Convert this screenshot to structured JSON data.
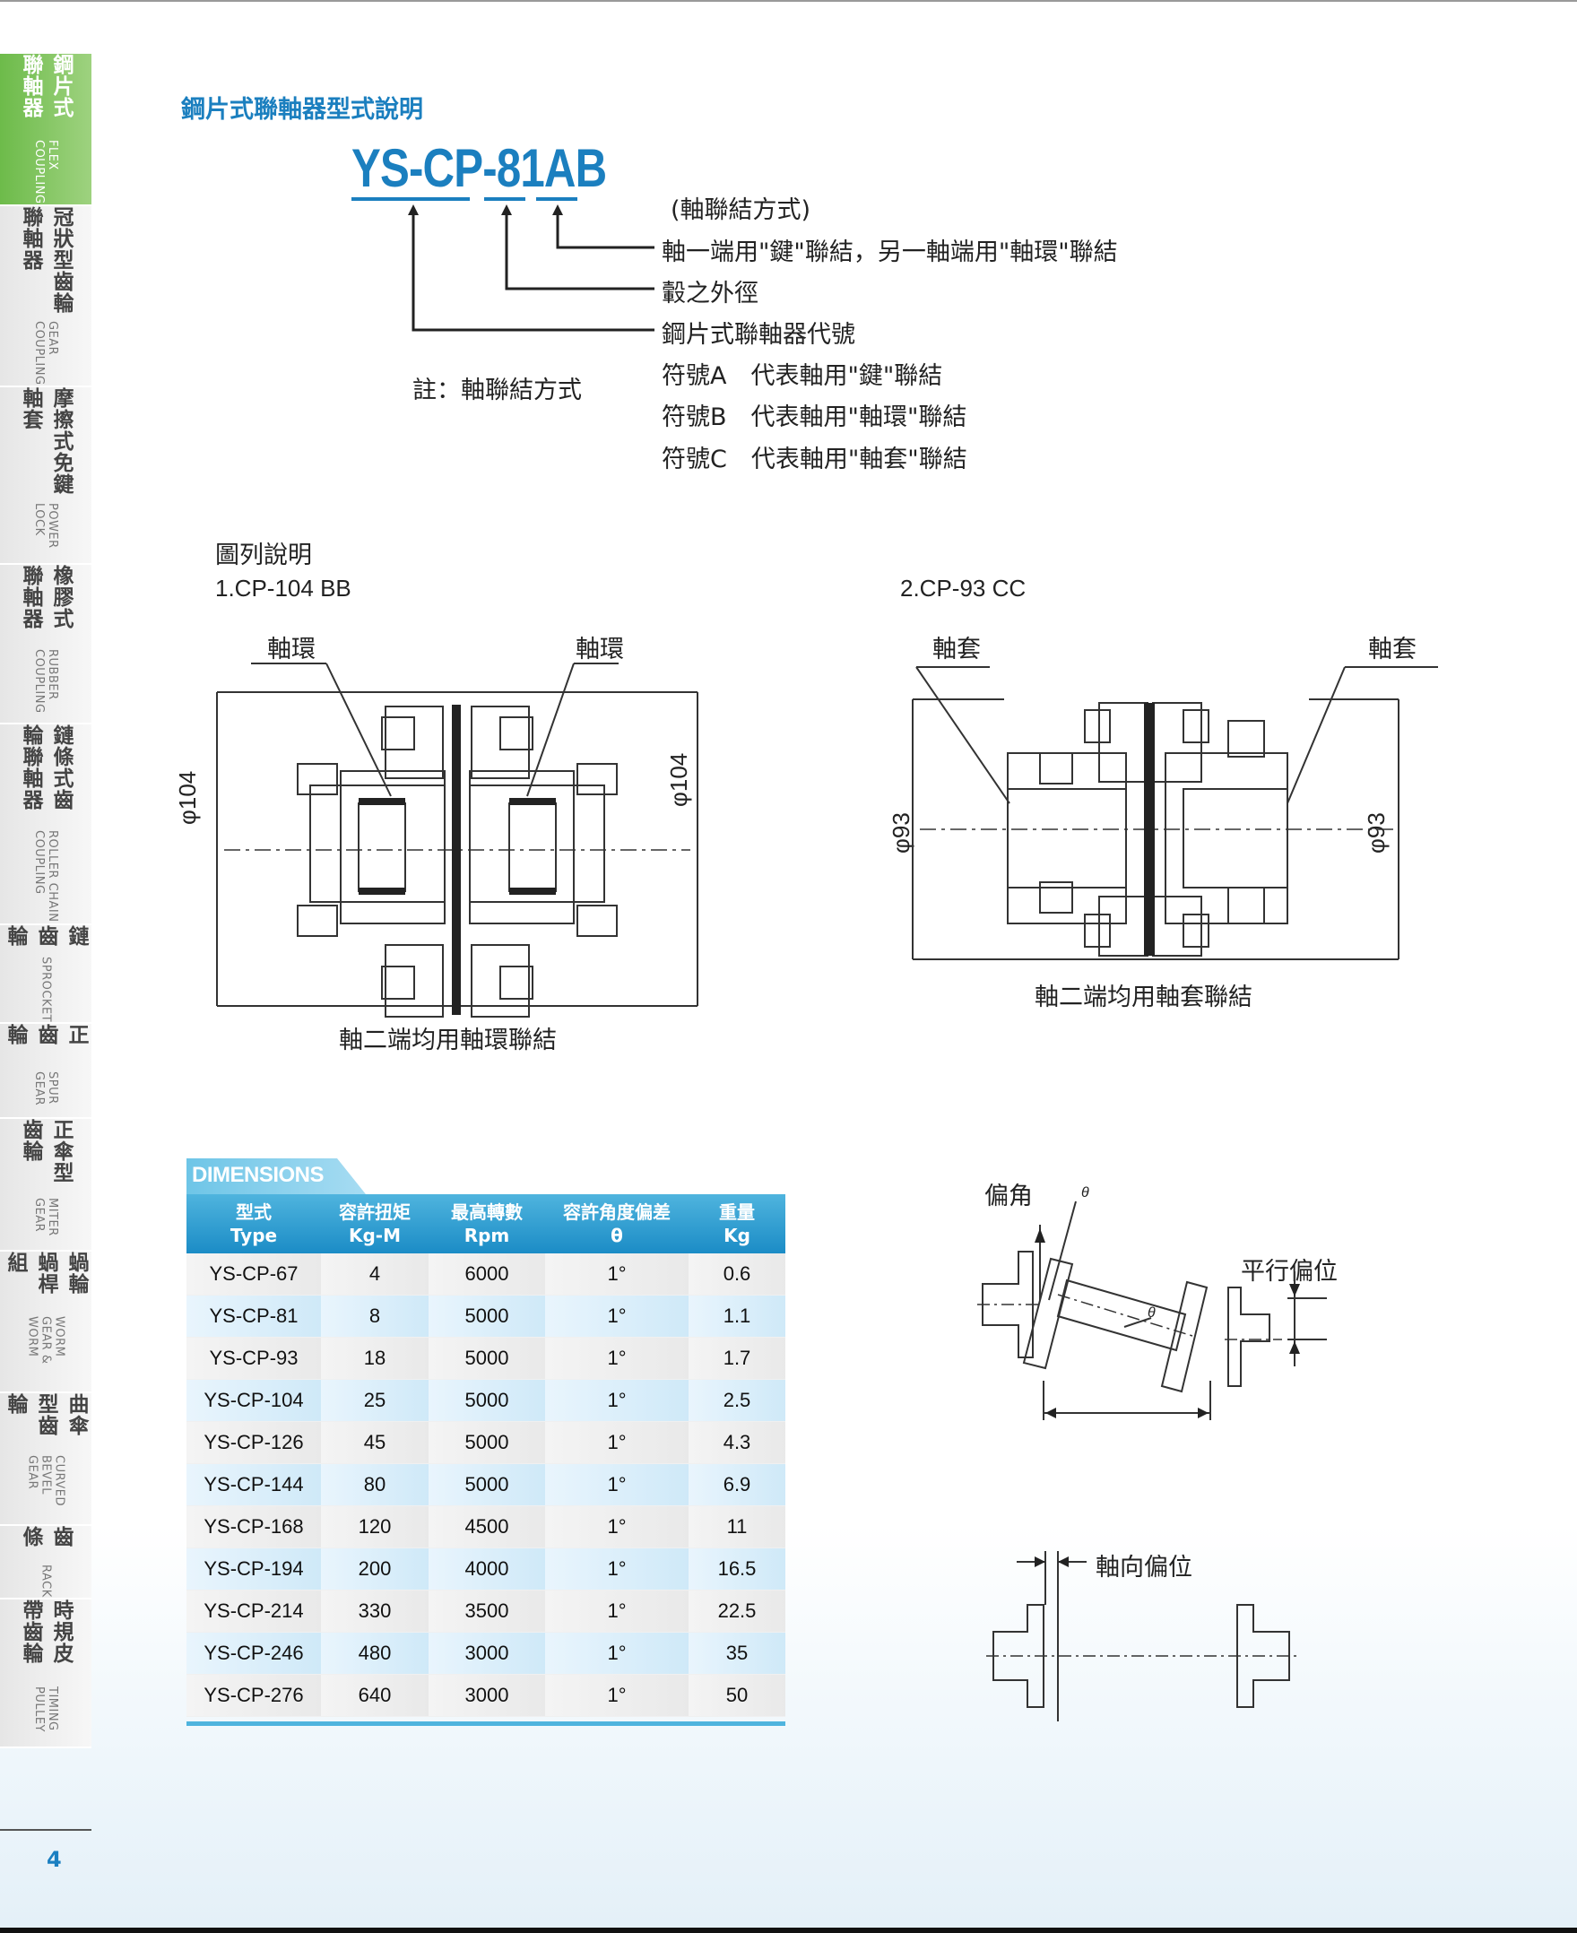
{
  "sidebar": {
    "tabs": [
      {
        "zh": "鋼片式聯軸器",
        "en": "FLEX COUPLING",
        "active": true
      },
      {
        "zh": "冠狀型齒輪聯軸器",
        "en": "GEAR COUPLING",
        "active": false
      },
      {
        "zh": "摩擦式免鍵軸套",
        "en": "POWER LOCK",
        "active": false
      },
      {
        "zh": "橡膠式聯軸器",
        "en": "RUBBER COUPLING",
        "active": false
      },
      {
        "zh": "鏈條式齒輪聯軸器",
        "en": "ROLLER CHAIN COUPLING",
        "active": false
      },
      {
        "zh": "鏈齒輪",
        "en": "SPROCKET",
        "active": false
      },
      {
        "zh": "正齒輪",
        "en": "SPUR GEAR",
        "active": false
      },
      {
        "zh": "正傘型齒輪",
        "en": "MITER GEAR",
        "active": false
      },
      {
        "zh": "蝸輪蝸桿組",
        "en": "WORM GEAR & WORM",
        "active": false
      },
      {
        "zh": "曲傘型齒輪",
        "en": "CURVED BEVEL GEAR",
        "active": false
      },
      {
        "zh": "齒條",
        "en": "RACK",
        "active": false
      },
      {
        "zh": "時規皮帶齒輪",
        "en": "TIMING PULLEY",
        "active": false
      }
    ],
    "page_number": "4"
  },
  "header": {
    "title": "鋼片式聯軸器型式說明",
    "model_code": "YS-CP-81AB"
  },
  "legend": {
    "connection_method": "(軸聯結方式)",
    "line1": "軸一端用\"鍵\"聯結，另一軸端用\"軸環\"聯結",
    "line2": "轂之外徑",
    "line3": "鋼片式聯軸器代號",
    "note_label": "註：軸聯結方式",
    "symbol_a": "符號A　代表軸用\"鍵\"聯結",
    "symbol_b": "符號B　代表軸用\"軸環\"聯結",
    "symbol_c": "符號C　代表軸用\"軸套\"聯結"
  },
  "figures": {
    "section_label": "圖列說明",
    "fig1": {
      "title": "1.CP-104 BB",
      "label_left": "軸環",
      "label_right": "軸環",
      "dim_left": "φ104",
      "dim_right": "φ104",
      "caption": "軸二端均用軸環聯結"
    },
    "fig2": {
      "title": "2.CP-93 CC",
      "label_left": "軸套",
      "label_right": "軸套",
      "dim_left": "φ93",
      "dim_right": "φ93",
      "caption": "軸二端均用軸套聯結"
    },
    "misalign": {
      "angle_label": "偏角",
      "parallel_label": "平行偏位",
      "axial_label": "軸向偏位",
      "theta": "θ"
    }
  },
  "table": {
    "tab_label": "DIMENSIONS",
    "headers": [
      [
        "型式",
        "Type"
      ],
      [
        "容許扭矩",
        "Kg-M"
      ],
      [
        "最高轉數",
        "Rpm"
      ],
      [
        "容許角度偏差",
        "θ"
      ],
      [
        "重量",
        "Kg"
      ]
    ],
    "rows": [
      [
        "YS-CP-67",
        "4",
        "6000",
        "1°",
        "0.6"
      ],
      [
        "YS-CP-81",
        "8",
        "5000",
        "1°",
        "1.1"
      ],
      [
        "YS-CP-93",
        "18",
        "5000",
        "1°",
        "1.7"
      ],
      [
        "YS-CP-104",
        "25",
        "5000",
        "1°",
        "2.5"
      ],
      [
        "YS-CP-126",
        "45",
        "5000",
        "1°",
        "4.3"
      ],
      [
        "YS-CP-144",
        "80",
        "5000",
        "1°",
        "6.9"
      ],
      [
        "YS-CP-168",
        "120",
        "4500",
        "1°",
        "11"
      ],
      [
        "YS-CP-194",
        "200",
        "4000",
        "1°",
        "16.5"
      ],
      [
        "YS-CP-214",
        "330",
        "3500",
        "1°",
        "22.5"
      ],
      [
        "YS-CP-246",
        "480",
        "3000",
        "1°",
        "35"
      ],
      [
        "YS-CP-276",
        "640",
        "3000",
        "1°",
        "50"
      ]
    ]
  },
  "colors": {
    "accent_blue": "#1b7fbf",
    "sidebar_active": "#6dbb4a"
  }
}
